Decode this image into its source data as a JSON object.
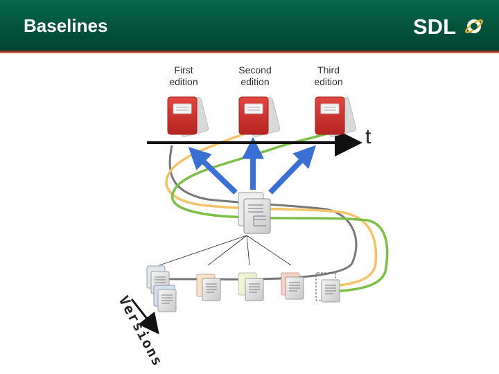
{
  "header": {
    "title": "Baselines",
    "logo_text": "SDL",
    "colors": {
      "band": "#03523a",
      "accent_rule": "#b63a2b"
    }
  },
  "timeline": {
    "axis_label": "t",
    "editions": [
      {
        "line1": "First",
        "line2": "edition"
      },
      {
        "line1": "Second",
        "line2": "edition"
      },
      {
        "line1": "Third",
        "line2": "edition"
      }
    ]
  },
  "versions": {
    "label": "Versions"
  },
  "colors": {
    "edition_red": "#d0302c",
    "arrow_blue": "#3a6fd4",
    "track_orange": "#f5c26a",
    "track_green": "#7cbf46",
    "track_grey": "#777777"
  },
  "icons": [
    "edition-document-icon",
    "master-document-icon",
    "version-document-icon",
    "axis-arrow-icon"
  ]
}
